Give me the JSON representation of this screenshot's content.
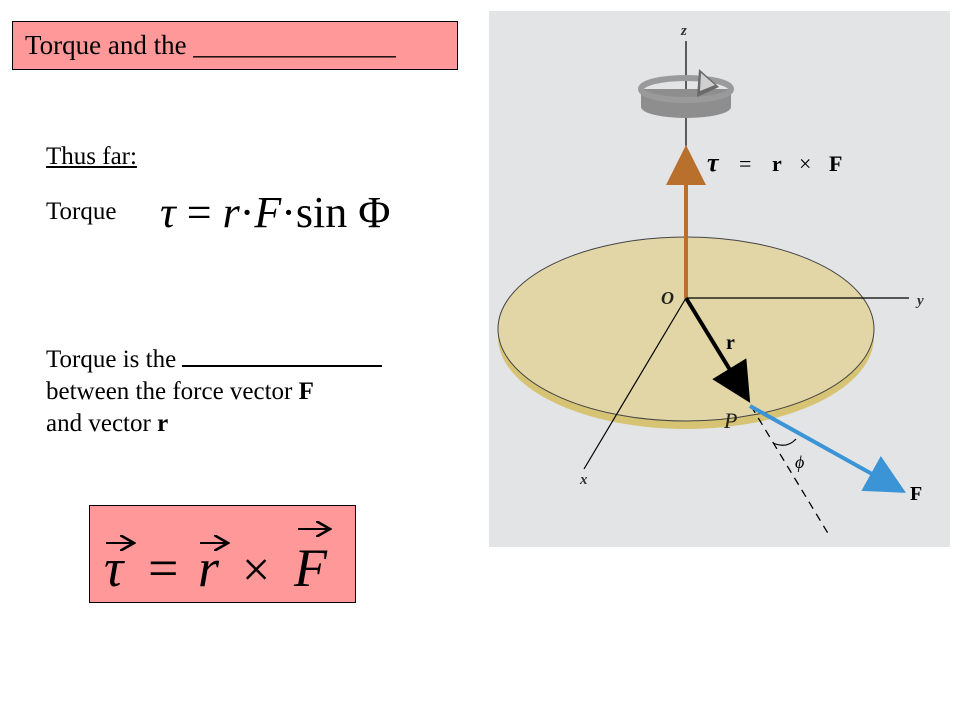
{
  "slide": {
    "title": "Torque and the _______________",
    "thus_far": "Thus far:",
    "torque_label": "Torque",
    "formula1": {
      "tau": "τ",
      "eq": "=",
      "r": "r",
      "dot": "·",
      "F": "F",
      "sin": "sin",
      "phi": "Φ"
    },
    "paragraph": {
      "line1_prefix": "Torque is the",
      "line2_prefix": "between the force vector",
      "line2_bold": "F",
      "line3_prefix": "and vector",
      "line3_bold": "r"
    },
    "formula2": {
      "tau": "τ",
      "eq": "=",
      "r": "r",
      "times": "×",
      "F": "F"
    }
  },
  "figure": {
    "axis_z": "z",
    "axis_y": "y",
    "axis_x": "x",
    "origin": "O",
    "point": "P",
    "vec_r": "r",
    "vec_F": "F",
    "angle": "ϕ",
    "eq_tau": "τ",
    "eq_equals": "=",
    "eq_r": "r",
    "eq_times": "×",
    "eq_F": "F",
    "colors": {
      "disk": "#e2d6a6",
      "disk_edge": "#d6c474",
      "torque_arrow": "#b8702c",
      "force_arrow": "#3a94d6",
      "background": "#e3e4e6"
    }
  }
}
